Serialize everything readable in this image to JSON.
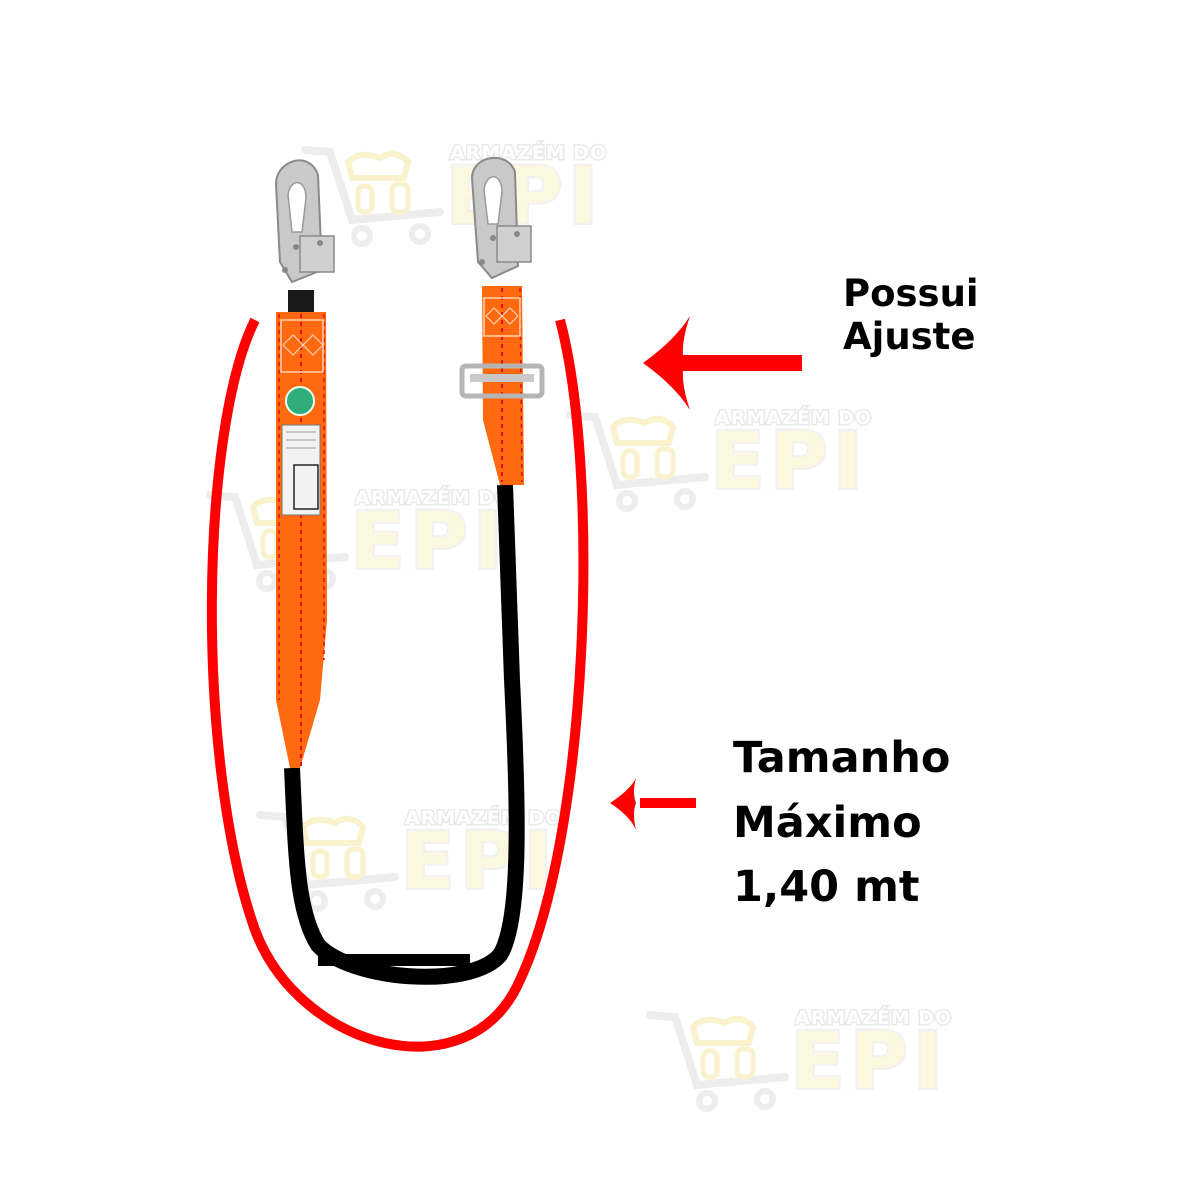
{
  "watermark": {
    "brand_top": "ARMAZÉM DO",
    "brand_main": "EPI",
    "icon": "shopping-cart-with-ppe-icon",
    "fill_color": "#fbf1c6",
    "outline_color": "#e0e0e0"
  },
  "annotations": {
    "adjust": {
      "line1": "Possui",
      "line2": "Ajuste",
      "arrow_color": "#ff0000"
    },
    "max_length": {
      "line1": "Tamanho",
      "line2": "Máximo",
      "line3": "1,40 mt",
      "arrow_color": "#ff0000"
    }
  },
  "product": {
    "name": "safety-lanyard-with-snap-hooks",
    "strap_color": "#ff6a10",
    "stitch_color": "#e01010",
    "elastic_color": "#000000",
    "hook_color": "#c9c9c9",
    "highlight_ellipse_color": "#ff0000"
  }
}
